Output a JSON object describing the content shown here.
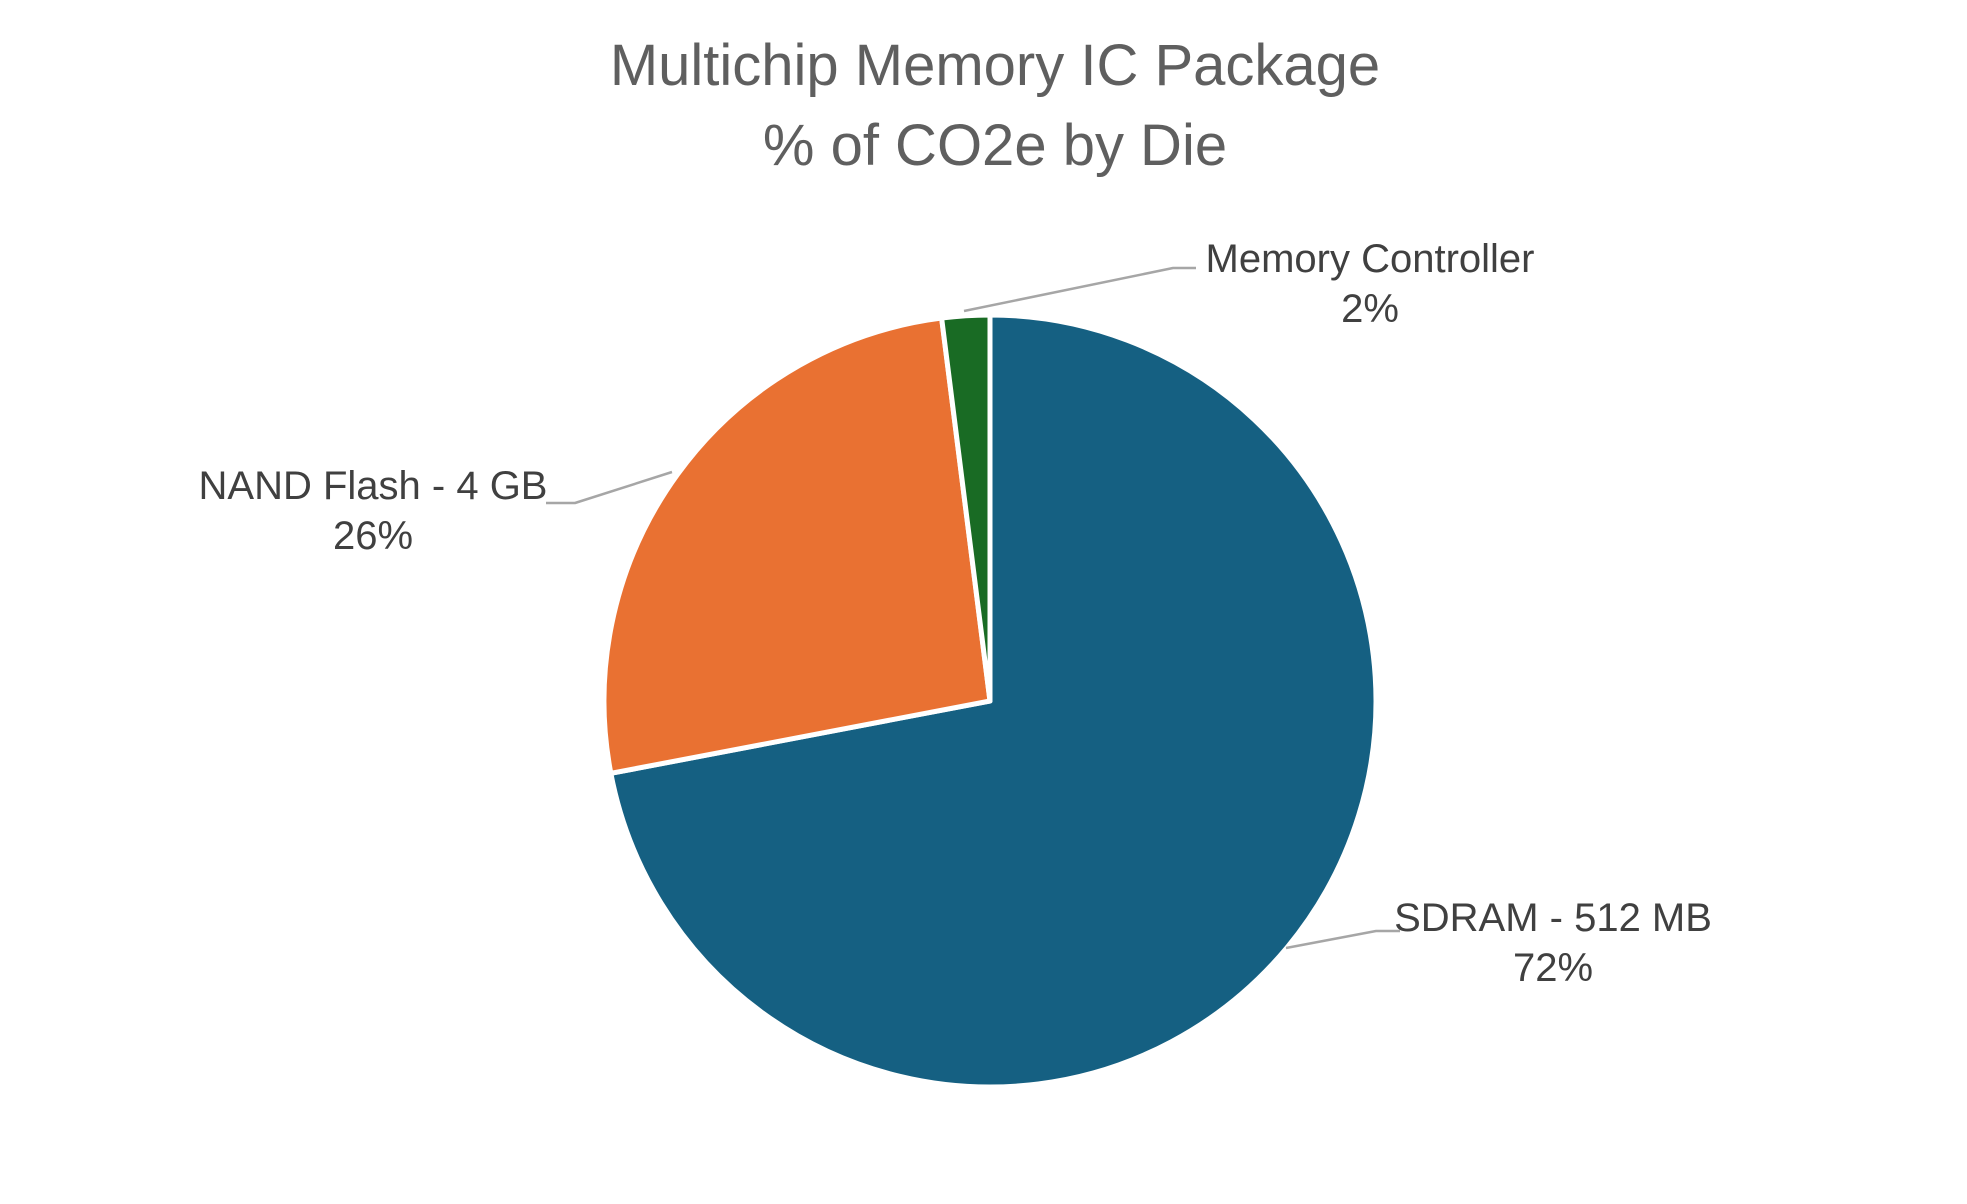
{
  "chart_data": {
    "type": "pie",
    "title_line1": "Multichip Memory IC Package",
    "title_line2": "% of CO2e by Die",
    "slices": [
      {
        "id": "sdram",
        "label": "SDRAM - 512 MB",
        "value": 72,
        "pct_label": "72%",
        "color": "#156082"
      },
      {
        "id": "nand",
        "label": "NAND Flash - 4 GB",
        "value": 26,
        "pct_label": "26%",
        "color": "#E97132"
      },
      {
        "id": "memory-controller",
        "label": "Memory Controller",
        "value": 2,
        "pct_label": "2%",
        "color": "#196B24"
      }
    ],
    "colors": {
      "title": "#5F5F5F",
      "data_label": "#404040",
      "leader_line": "#A6A6A6",
      "slice_border": "#FFFFFF",
      "background": "#FFFFFF"
    },
    "layout_hints": {
      "start_angle_deg": 0,
      "direction": "clockwise",
      "labels_outside_with_leader_lines": true,
      "legend": "none"
    }
  }
}
